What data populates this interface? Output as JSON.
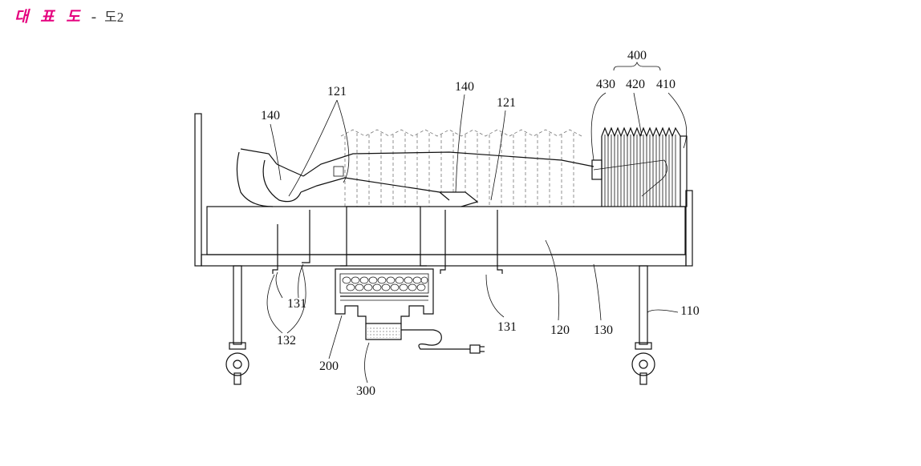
{
  "header": {
    "title": "대 표 도",
    "separator": "-",
    "subtitle": "도2"
  },
  "labels": {
    "l400": "400",
    "l430": "430",
    "l420": "420",
    "l410": "410",
    "l140a": "140",
    "l140b": "140",
    "l121a": "121",
    "l121b": "121",
    "l131a": "131",
    "l131b": "131",
    "l132": "132",
    "l200": "200",
    "l300": "300",
    "l120": "120",
    "l130": "130",
    "l110": "110"
  },
  "colors": {
    "title": "#e5007e",
    "line": "#111111"
  }
}
